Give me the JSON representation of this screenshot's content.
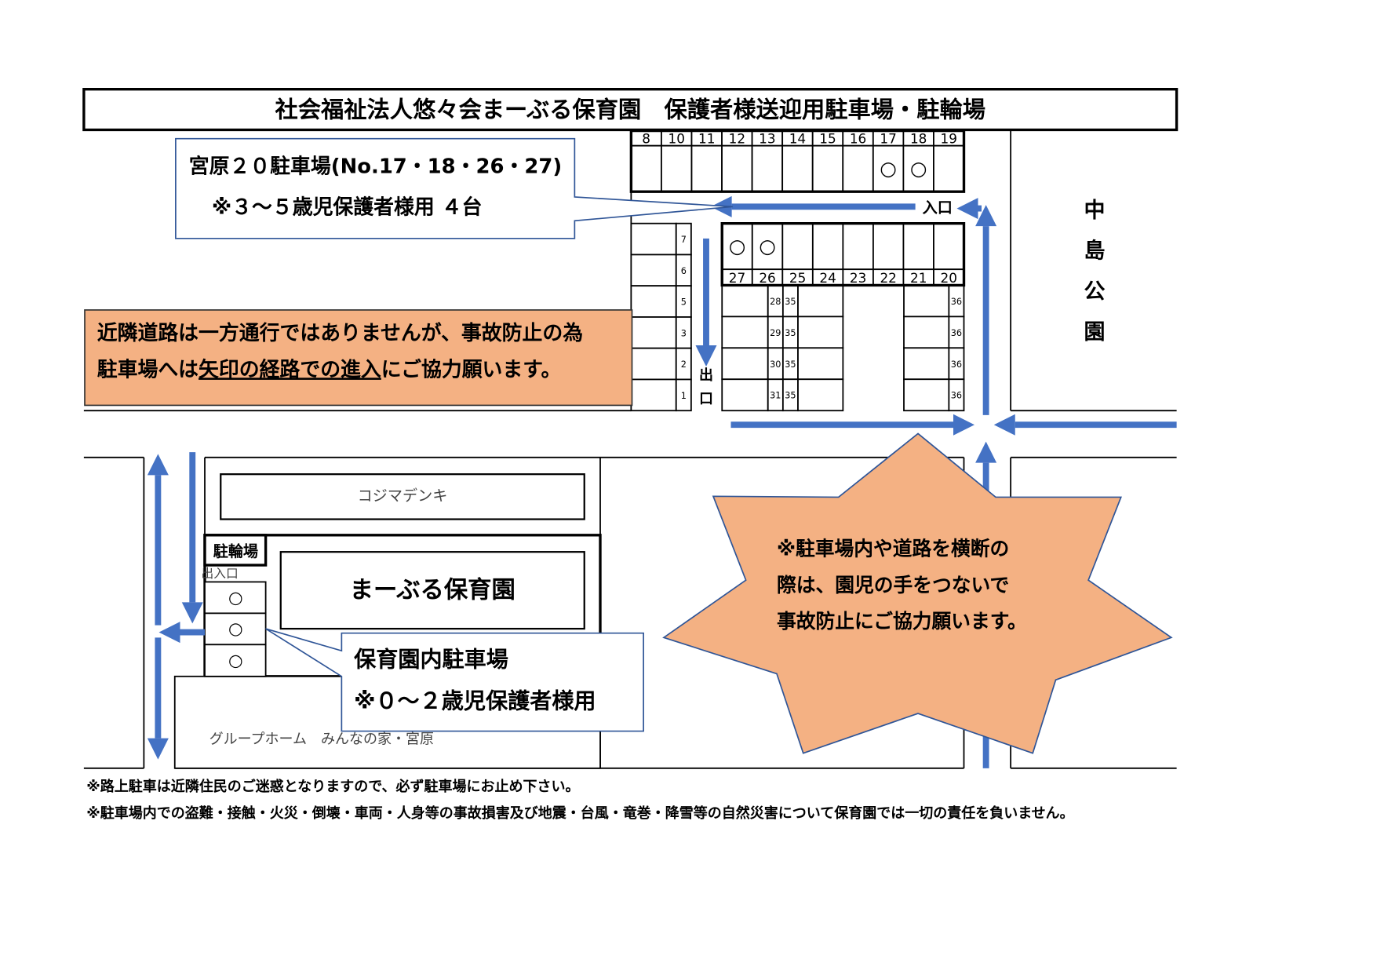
{
  "title": "社会福祉法人悠々会まーぶる保育園　保護者様送迎用駐車場・駐輪場",
  "colors": {
    "arrow": "#4472C4",
    "note_fill": "#F4B183",
    "callout_border": "#2F5597"
  },
  "callout_miyahara": {
    "line1": "宮原２０駐車場(No.17・18・26・27)",
    "line2": "※３～５歳児保護者様用 ４台"
  },
  "route_note": {
    "line1": "近隣道路は一方通行ではありませんが、事故防止の為",
    "line2_pre": "駐車場へは",
    "line2_underlined": "矢印の経路での進入",
    "line2_post": "にご協力願います。"
  },
  "lot": {
    "top_row_numbers": [
      "8",
      "10",
      "11",
      "12",
      "13",
      "14",
      "15",
      "16",
      "17",
      "18",
      "19"
    ],
    "top_row_marked": [
      "17",
      "18"
    ],
    "middle_row_numbers": [
      "27",
      "26",
      "25",
      "24",
      "23",
      "22",
      "21",
      "20"
    ],
    "middle_row_marked": [
      "27",
      "26"
    ],
    "left_column_numbers": [
      "7",
      "6",
      "5",
      "3",
      "2",
      "1"
    ],
    "inner_column_a": [
      "28",
      "29",
      "30",
      "31"
    ],
    "inner_column_b": [
      "35",
      "35",
      "35",
      "35"
    ],
    "right_column": [
      "36",
      "36",
      "36",
      "36"
    ],
    "entrance_label": "入口",
    "exit_label_1": "出",
    "exit_label_2": "口",
    "mark_symbol": "○"
  },
  "park_name": [
    "中",
    "島",
    "公",
    "園"
  ],
  "kojima_label": "コジマデンキ",
  "bicycle_parking_label": "駐輪場",
  "gate_label": "出入口",
  "nursery_label": "まーぶる保育園",
  "nursery_lot_marks": [
    "○",
    "○",
    "○"
  ],
  "callout_nursery": {
    "line1": "保育園内駐車場",
    "line2": "※０～２歳児保護者様用"
  },
  "group_home_label": "グループホーム　みんなの家・宮原",
  "star_note": {
    "line1": "※駐車場内や道路を横断の",
    "line2": "際は、園児の手をつないで",
    "line3": "事故防止にご協力願います。"
  },
  "footnotes": [
    "※路上駐車は近隣住民のご迷惑となりますので、必ず駐車場にお止め下さい。",
    "※駐車場内での盗難・接触・火災・倒壊・車両・人身等の事故損害及び地震・台風・竜巻・降雪等の自然災害について保育園では一切の責任を負いません。"
  ]
}
